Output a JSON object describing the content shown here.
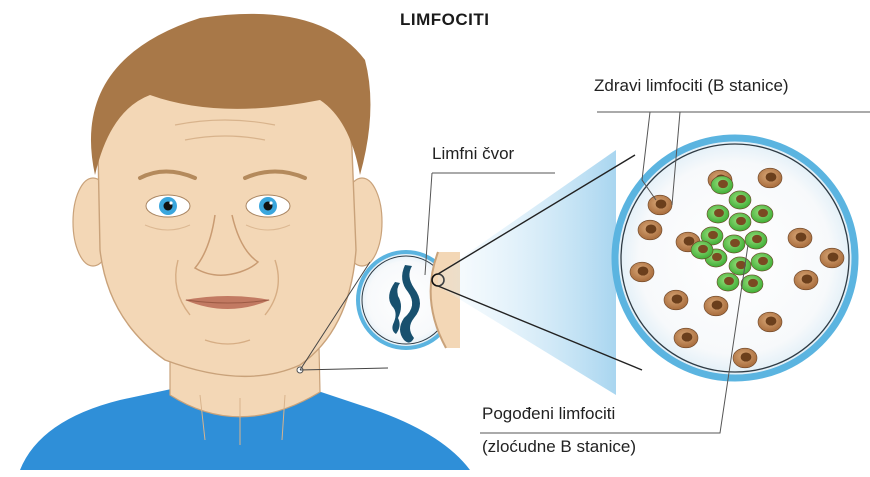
{
  "diagram": {
    "title": "LIMFOCITI",
    "labels": {
      "lymph_node": "Limfni čvor",
      "healthy_cells": "Zdravi limfociti (B stanice)",
      "affected_line1": "Pogođeni limfociti",
      "affected_line2": "(zloćudne B stanice)"
    },
    "colors": {
      "skin": "#f3d7b6",
      "skin_shadow": "#e8c39b",
      "hair": "#a87848",
      "eye": "#3aa6dd",
      "shirt": "#2f8fd8",
      "healthy_cell": "#c08a5a",
      "malignant_cell": "#5cc24a",
      "lens_rim": "#5bb4e0",
      "lymph_vessel": "#18506e"
    },
    "icons": [
      "face-illustration",
      "magnifier-lens",
      "lymph-node-icon"
    ]
  }
}
